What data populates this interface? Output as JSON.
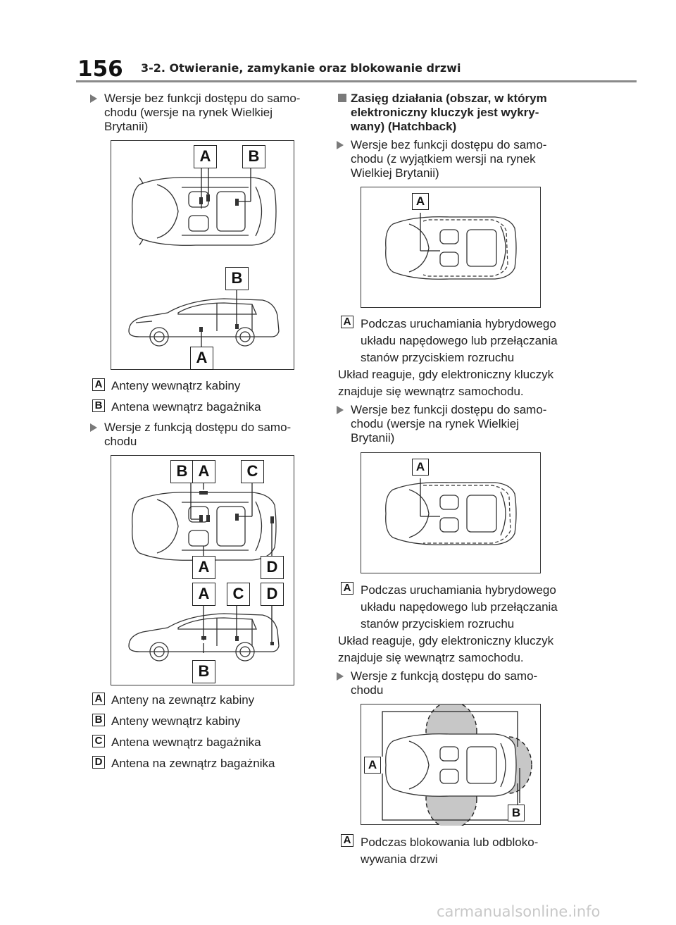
{
  "header": {
    "page_number": "156",
    "title": "3-2. Otwieranie, zamykanie oraz blokowanie drzwi"
  },
  "left": {
    "bullet1": [
      "Wersje bez funkcji dostępu do samo-",
      "chodu (wersje na rynek Wielkiej",
      "Brytanii)"
    ],
    "fig1_labels": {
      "top_a": "A",
      "top_b": "B",
      "side_b": "B",
      "side_a": "A"
    },
    "legend1": [
      {
        "key": "A",
        "text": "Anteny wewnątrz kabiny"
      },
      {
        "key": "B",
        "text": "Antena wewnątrz bagażnika"
      }
    ],
    "bullet2": [
      "Wersje z funkcją dostępu do samo-",
      "chodu"
    ],
    "fig2_labels": {
      "top_b": "B",
      "top_a": "A",
      "top_c": "C",
      "mid_a": "A",
      "mid_d": "D",
      "side_a": "A",
      "side_c": "C",
      "side_d": "D",
      "bot_b": "B"
    },
    "legend2": [
      {
        "key": "A",
        "text": "Anteny na zewnątrz kabiny"
      },
      {
        "key": "B",
        "text": "Anteny wewnątrz kabiny"
      },
      {
        "key": "C",
        "text": "Antena wewnątrz bagażnika"
      },
      {
        "key": "D",
        "text": "Antena na zewnątrz bagażnika"
      }
    ]
  },
  "right": {
    "section": [
      "Zasięg działania (obszar, w którym",
      "elektroniczny kluczyk jest wykry-",
      "wany) (Hatchback)"
    ],
    "bullet1": [
      "Wersje bez funkcji dostępu do samo-",
      "chodu (z wyjątkiem wersji na rynek",
      "Wielkiej Brytanii)"
    ],
    "fig3_label": "A",
    "legend3": {
      "key": "A",
      "lines": [
        "Podczas uruchamiania hybrydowego",
        "układu napędowego lub przełączania",
        "stanów przyciskiem rozruchu"
      ]
    },
    "para1": [
      "Układ reaguje, gdy elektroniczny kluczyk",
      "znajduje się wewnątrz samochodu."
    ],
    "bullet2": [
      "Wersje bez funkcji dostępu do samo-",
      "chodu (wersje na rynek Wielkiej",
      "Brytanii)"
    ],
    "fig4_label": "A",
    "legend4": {
      "key": "A",
      "lines": [
        "Podczas uruchamiania hybrydowego",
        "układu napędowego lub przełączania",
        "stanów przyciskiem rozruchu"
      ]
    },
    "para2": [
      "Układ reaguje, gdy elektroniczny kluczyk",
      "znajduje się wewnątrz samochodu."
    ],
    "bullet3": [
      "Wersje z funkcją dostępu do samo-",
      "chodu"
    ],
    "fig5_labels": {
      "a": "A",
      "b": "B"
    },
    "legend5": {
      "key": "A",
      "lines": [
        "Podczas blokowania lub odbloko-",
        "wywania drzwi"
      ]
    }
  },
  "watermark": "carmanualsonline.info"
}
